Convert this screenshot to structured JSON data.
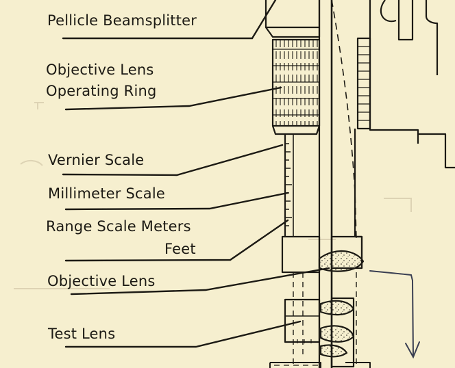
{
  "labels": {
    "pellicle_beamsplitter": "Pellicle Beamsplitter",
    "objective_lens_operating_ring_line1": "Objective Lens",
    "objective_lens_operating_ring_line2": "Operating Ring",
    "vernier_scale": "Vernier Scale",
    "millimeter_scale": "Millimeter Scale",
    "range_scale_meters": "Range Scale Meters",
    "range_scale_feet": "Feet",
    "objective_lens": "Objective Lens",
    "test_lens": "Test Lens"
  },
  "colors": {
    "paper": "#f6efcf",
    "ink": "#1c1a14",
    "pen_annotation": "#3a3f52",
    "faint_bleed": "#d9cfb0"
  }
}
